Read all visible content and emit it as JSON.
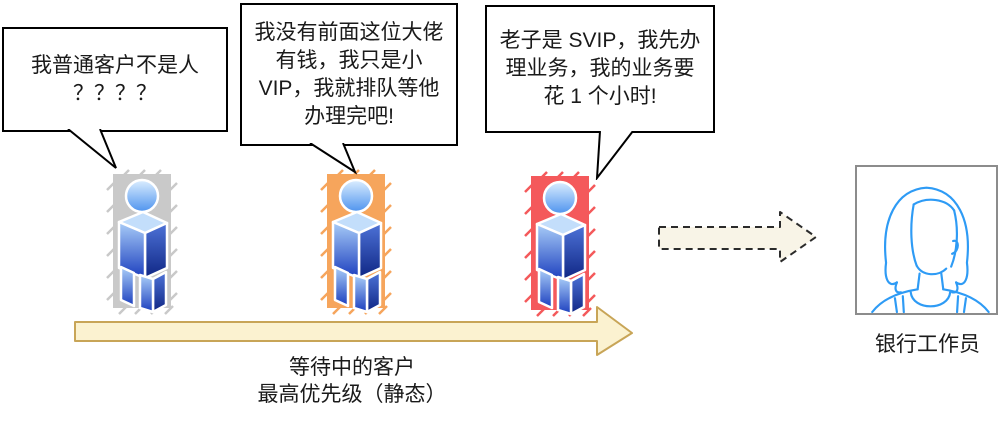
{
  "bubbles": [
    {
      "text": "我普通客户不是人\n？？？？"
    },
    {
      "text": "我没有前面这位大佬\n有钱，我只是小\nVIP，我就排队等他\n办理完吧!"
    },
    {
      "text": "老子是 SVIP，我先办\n理业务，我的业务要\n花 1 个小时!"
    }
  ],
  "people": [
    {
      "name": "ordinary-customer",
      "highlight_color": "#C9C9C9"
    },
    {
      "name": "vip-customer",
      "highlight_color": "#F6A55C"
    },
    {
      "name": "svip-customer",
      "highlight_color": "#F4595B"
    }
  ],
  "person_icon": {
    "head_top": "#DCEEFF",
    "head_bottom": "#4E93EE",
    "body_top": "#A9CDF8",
    "body_bottom": "#1B3EBE",
    "side_top": "#4E73D8",
    "side_bottom": "#0F2684",
    "outline": "#FFFFFF"
  },
  "queue_arrow": {
    "fill": "#FBF2D0",
    "stroke": "#C8A557"
  },
  "queue_label": "等待中的客户\n最高优先级（静态）",
  "flow_arrow": {
    "fill": "#F8F4E7",
    "stroke": "#2B2B2B"
  },
  "worker": {
    "label": "银行工作员",
    "avatar_color": "#2E9BF5",
    "box_border": "#8C8C8C"
  }
}
